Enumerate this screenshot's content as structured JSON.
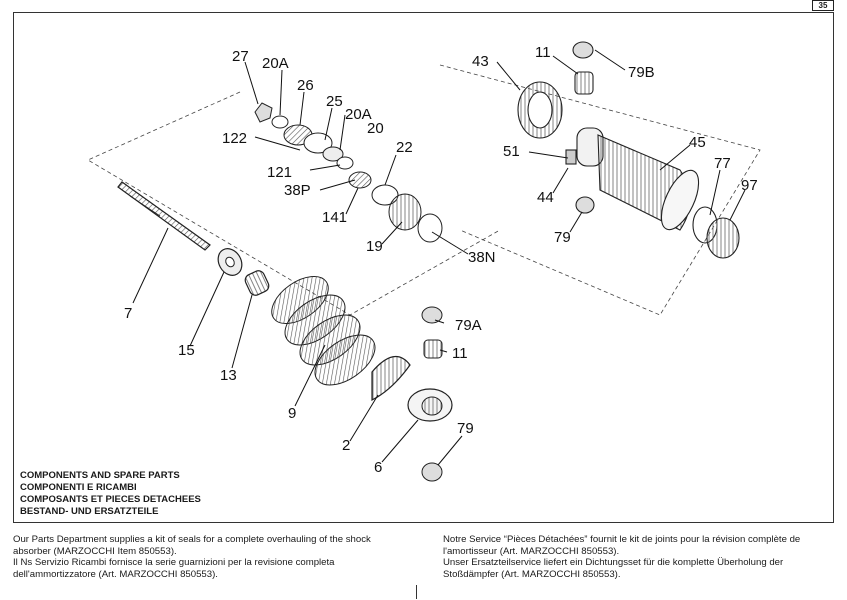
{
  "page": {
    "number": "35"
  },
  "diagram": {
    "callouts": {
      "c27": "27",
      "c20A_top": "20A",
      "c26": "26",
      "c25": "25",
      "c20A_mid": "20A",
      "c20": "20",
      "c122": "122",
      "c121": "121",
      "c38P": "38P",
      "c22": "22",
      "c141": "141",
      "c19": "19",
      "c38N": "38N",
      "c7": "7",
      "c15": "15",
      "c13": "13",
      "c9": "9",
      "c2": "2",
      "c6": "6",
      "c79A": "79A",
      "c11_lower": "11",
      "c79_lower": "79",
      "c43": "43",
      "c11_upper": "11",
      "c79B": "79B",
      "c51": "51",
      "c45": "45",
      "c77": "77",
      "c97": "97",
      "c44": "44",
      "c79_upper": "79"
    }
  },
  "title_block": {
    "en": "COMPONENTS AND SPARE PARTS",
    "it": "COMPONENTI E RICAMBI",
    "fr": "COMPOSANTS ET PIECES DETACHEES",
    "de": "BESTAND- UND ERSATZTEILE"
  },
  "notes": {
    "en": "Our Parts Department supplies a kit of seals for a complete overhauling of the shock absorber (MARZOCCHI Item 850553).",
    "it": "Il Ns Servizio Ricambi fornisce la serie guarnizioni per la revisione completa dell'ammortizzatore (Art. MARZOCCHI 850553).",
    "fr": "Notre Service “Pièces Détachées” fournit le kit de joints pour la révision complète de l'amortisseur (Art. MARZOCCHI 850553).",
    "de": "Unser Ersatzteilservice liefert ein Dichtungsset für die komplette Überholung der Stoßdämpfer (Art. MARZOCCHI 850553)."
  }
}
